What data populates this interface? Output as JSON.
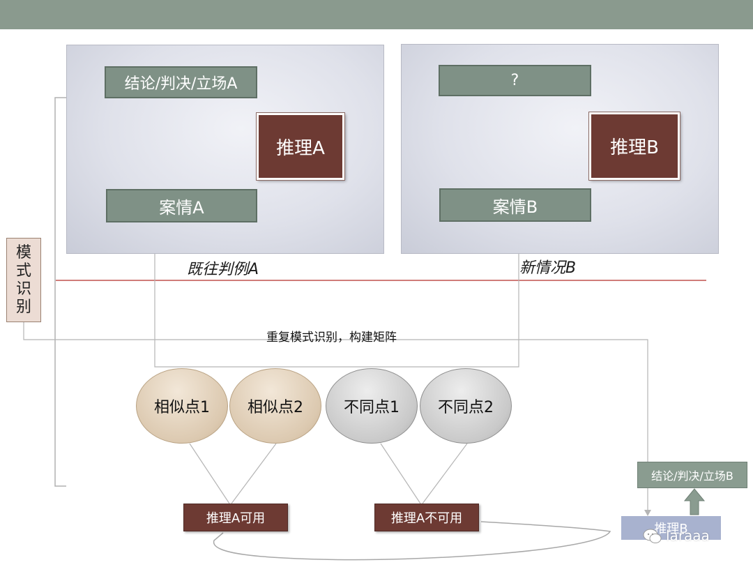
{
  "colors": {
    "top_bar": "#8a9a8e",
    "green_box": "#7f9186",
    "reasoning_box": "#6d3a33",
    "divider_line": "#c0504d",
    "circle_similar": "#dcc9b0",
    "circle_different": "#c9c9c9"
  },
  "left": {
    "conclusion": "结论/判决/立场A",
    "reasoning": "推理A",
    "facts": "案情A",
    "caption": "既往判例A"
  },
  "right": {
    "conclusion": "?",
    "reasoning": "推理B",
    "facts": "案情B",
    "caption": "新情况B"
  },
  "pattern_recognition": [
    "模",
    "式",
    "识",
    "别"
  ],
  "matrix_label": "重复模式识别，构建矩阵",
  "circles": [
    "相似点1",
    "相似点2",
    "不同点1",
    "不同点2"
  ],
  "results": {
    "usable": "推理A可用",
    "unusable": "推理A不可用"
  },
  "final": {
    "conclusion": "结论/判决/立场B",
    "reasoning": "推理B"
  },
  "watermark": "laraaa"
}
